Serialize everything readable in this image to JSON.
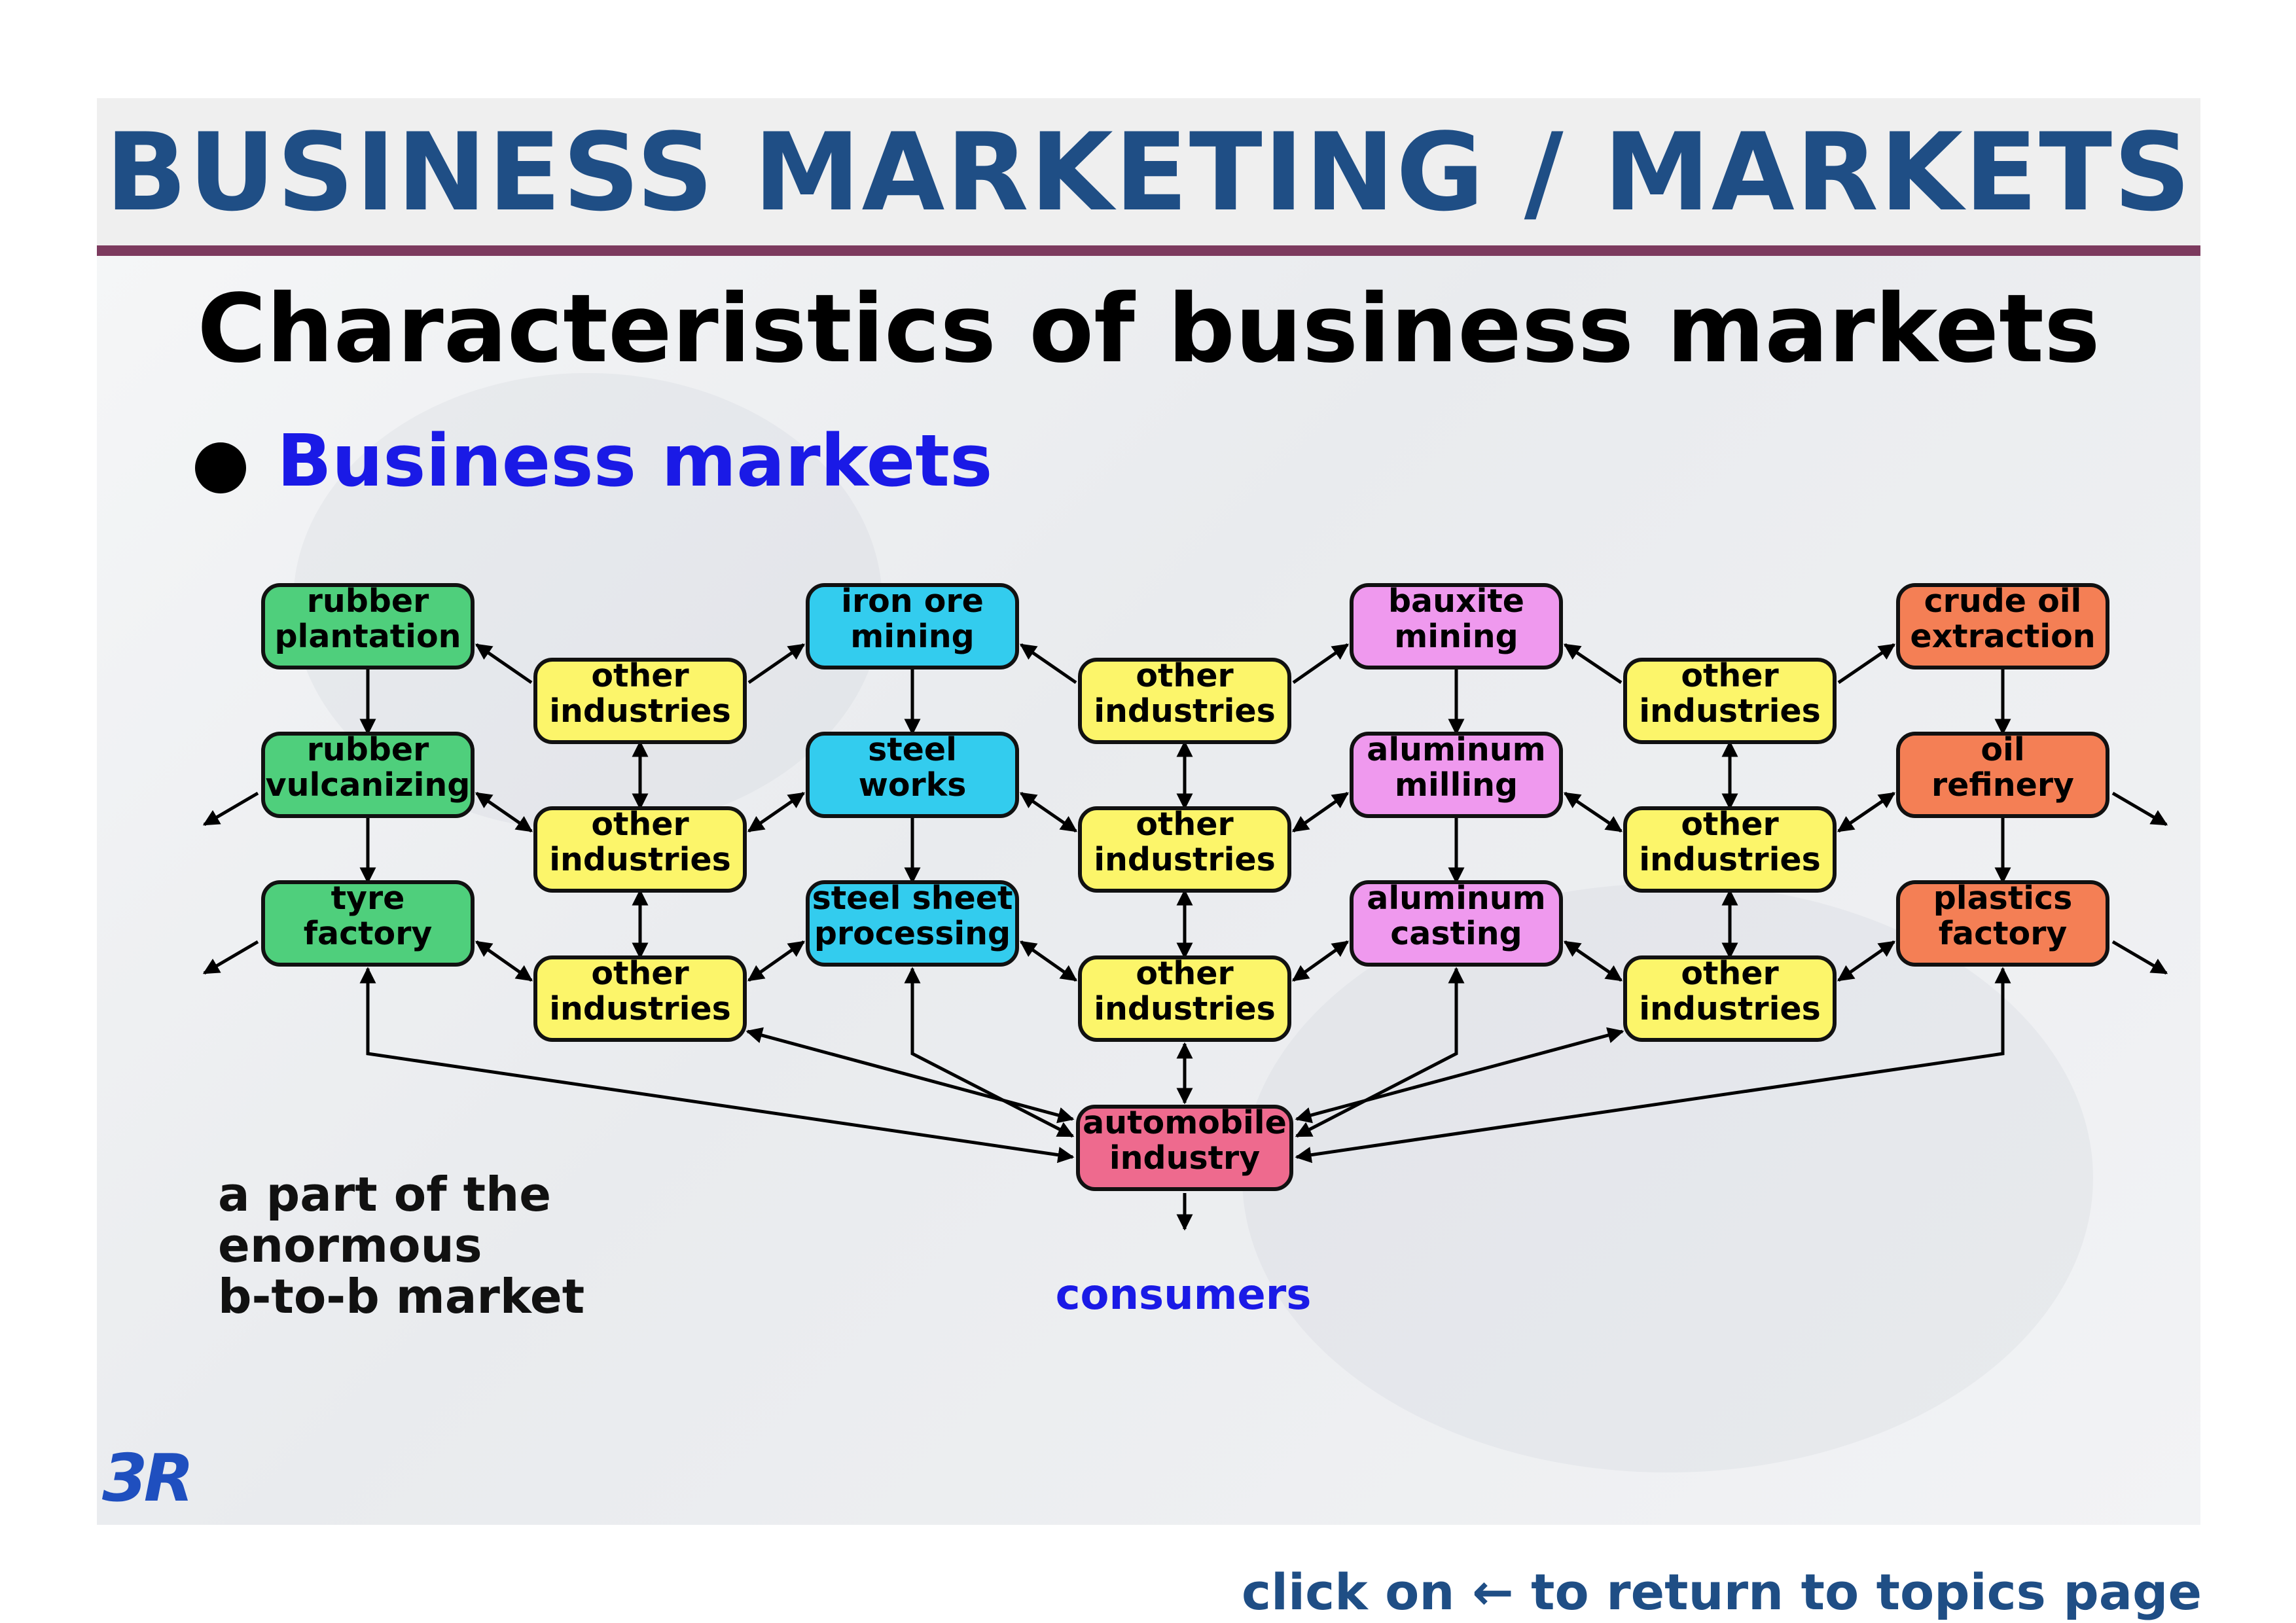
{
  "header": {
    "title": "BUSINESS MARKETING / MARKETS",
    "subtitle": "Characteristics of business markets"
  },
  "bullet": {
    "text": "Business markets"
  },
  "side_note": [
    "a part of the",
    "enormous",
    "b-to-b market"
  ],
  "logo": "3R",
  "footer": {
    "pre": "click on",
    "arrow": "←",
    "post": "to return to topics page"
  },
  "colors": {
    "green": "#4fcf7c",
    "cyan": "#33ccee",
    "pink": "#ee99cc",
    "orange": "#f47f55",
    "yellow": "#fcf56a",
    "magenta": "#ef99ee",
    "hub": "#ee6a8e",
    "consumers": "#1a1ae6"
  },
  "diagram": {
    "chains": [
      {
        "color": "green",
        "steps": [
          [
            "rubber",
            "plantation"
          ],
          [
            "rubber",
            "vulcanizing"
          ],
          [
            "tyre",
            "factory"
          ]
        ]
      },
      {
        "color": "cyan",
        "steps": [
          [
            "iron ore",
            "mining"
          ],
          [
            "steel",
            "works"
          ],
          [
            "steel sheet",
            "processing"
          ]
        ]
      },
      {
        "color": "magenta",
        "steps": [
          [
            "bauxite",
            "mining"
          ],
          [
            "aluminum",
            "milling"
          ],
          [
            "aluminum",
            "casting"
          ]
        ]
      },
      {
        "color": "orange",
        "steps": [
          [
            "crude oil",
            "extraction"
          ],
          [
            "oil",
            "refinery"
          ],
          [
            "plastics",
            "factory"
          ]
        ]
      }
    ],
    "other_industries": [
      "other",
      "industries"
    ],
    "hub": [
      "automobile",
      "industry"
    ],
    "consumers": "consumers"
  }
}
